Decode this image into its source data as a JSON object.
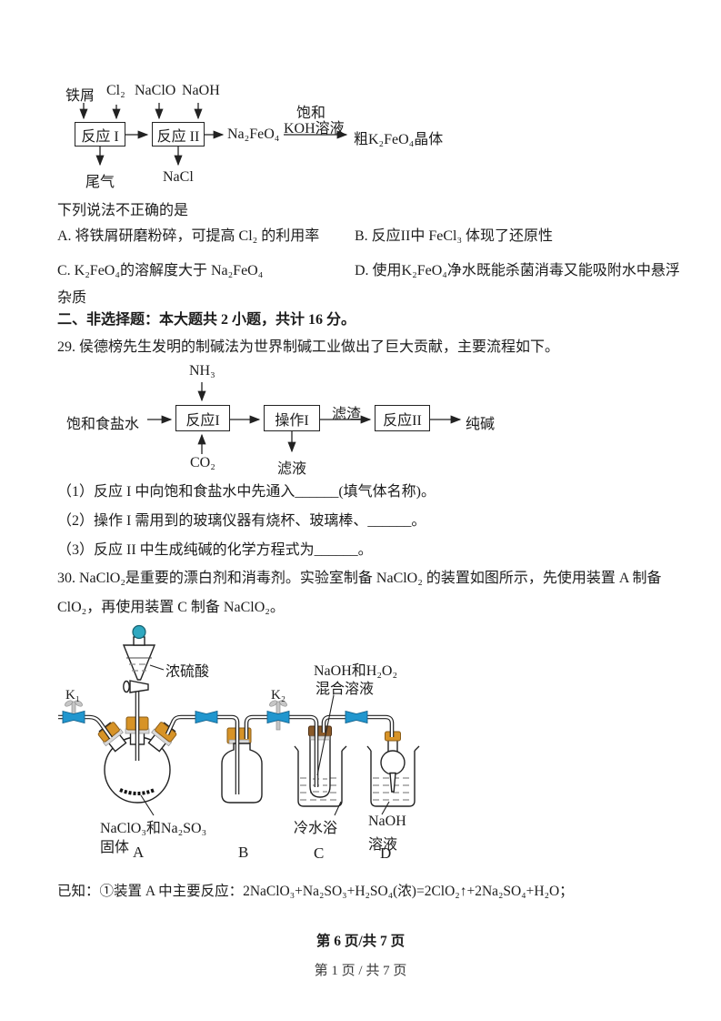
{
  "colors": {
    "blue": "#2196ce",
    "teal": "#2fa8c0",
    "orange": "#d79327",
    "orangedark": "#8a5c18",
    "brown": "#8a5a2a",
    "water": "#8a8a8a",
    "ink": "#1c1c1c"
  },
  "q28": {
    "flow": {
      "inputs": [
        "铁屑",
        "Cl₂",
        "NaClO",
        "NaOH"
      ],
      "box1": "反应 I",
      "box2": "反应 II",
      "product1": "Na₂FeO₄",
      "cond_line1": "饱和",
      "cond_line2": "KOH溶液",
      "product2": "粗K₂FeO₄晶体",
      "waste": "尾气",
      "byproduct": "NaCl"
    },
    "stem": "下列说法不正确的是",
    "options": {
      "a": "A. 将铁屑研磨粉碎，可提高 Cl₂ 的利用率",
      "b": "B. 反应II中 FeCl₃ 体现了还原性",
      "c": "C. K₂FeO₄的溶解度大于 Na₂FeO₄",
      "d": "D. 使用K₂FeO₄净水既能杀菌消毒又能吸附水中悬浮杂质"
    }
  },
  "section2": {
    "heading": "二、非选择题：本大题共 2 小题，共计 16 分。"
  },
  "q29": {
    "intro": "29. 侯德榜先生发明的制碱法为世界制碱工业做出了巨大贡献，主要流程如下。",
    "flow": {
      "gas_top": "NH₃",
      "feed": "饱和食盐水",
      "box1": "反应I",
      "box2": "操作I",
      "box3": "反应II",
      "residue": "滤渣",
      "product": "纯碱",
      "gas_bottom": "CO₂",
      "filtrate": "滤液"
    },
    "subs": [
      "（1）反应 I 中向饱和食盐水中先通入______(填气体名称)。",
      "（2）操作 I 需用到的玻璃仪器有烧杯、玻璃棒、______。",
      "（3）反应 II 中生成纯碱的化学方程式为______。"
    ]
  },
  "q30": {
    "text": "30. NaClO₂是重要的漂白剂和消毒剂。实验室制备 NaClO₂ 的装置如图所示，先使用装置 A 制备 ClO₂，再使用装置 C 制备 NaClO₂。",
    "apparatus": {
      "k1": "K₁",
      "k2": "K₂",
      "funnel_reagent": "浓硫酸",
      "c_reagent_line1": "NaOH和H₂O₂",
      "c_reagent_line2": "混合溶液",
      "flask_reagent_line1": "NaClO₃和Na₂SO₃",
      "flask_reagent_line2": "固体",
      "cold_bath": "冷水浴",
      "d_reagent_line1": "NaOH",
      "d_reagent_line2": "溶液",
      "device_a": "A",
      "device_b": "B",
      "device_c": "C",
      "device_d": "D"
    },
    "known": "已知：①装置 A 中主要反应：2NaClO₃+Na₂SO₃+H₂SO₄(浓)=2ClO₂↑+2Na₂SO₄+H₂O；"
  },
  "footer": {
    "doc": "第 6 页/共 7 页",
    "viewer": "第 1 页 / 共 7 页"
  }
}
